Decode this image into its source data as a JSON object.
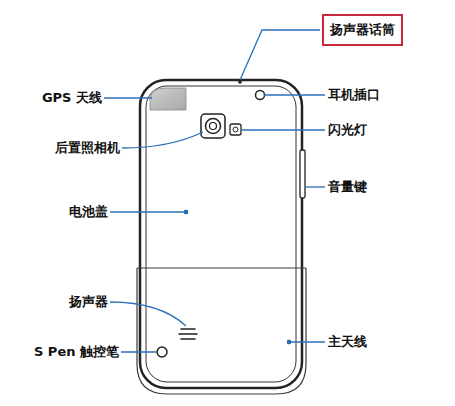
{
  "diagram": {
    "nodes": [
      {
        "text": [
          "扬声器话筒"
        ]
      }
    ],
    "edges": [],
    "labels": [
      "GPS 天线",
      "耳机插口",
      "后置照相机",
      "闪光灯",
      "电池盖",
      "音量键",
      "扬声器",
      "主天线",
      "S Pen 触控笔"
    ]
  }
}
